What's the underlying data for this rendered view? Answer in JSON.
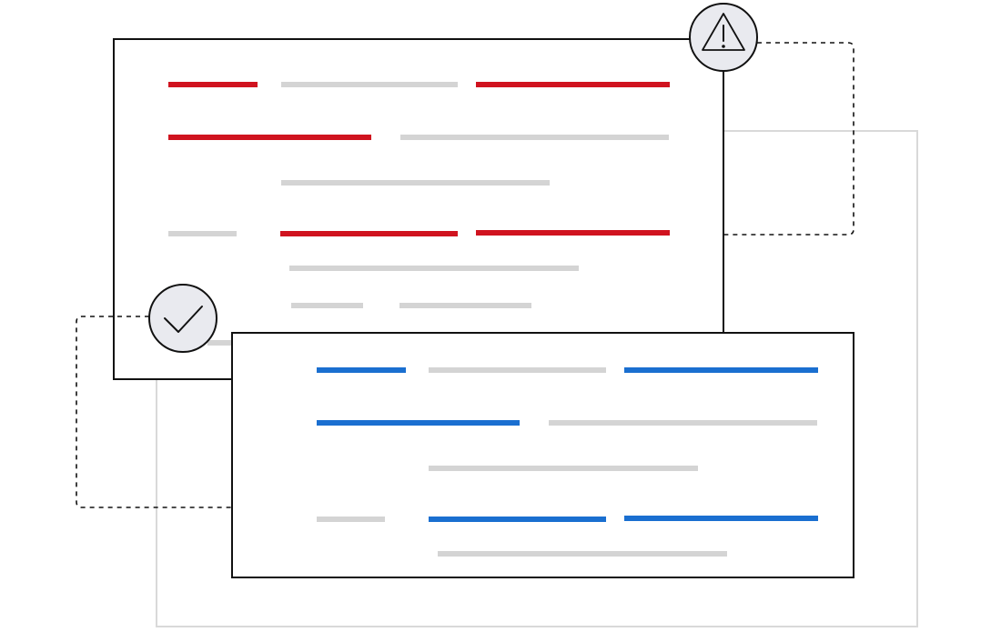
{
  "colors": {
    "background": "#ffffff",
    "outline": "#111111",
    "placeholder_line": "#d4d4d4",
    "back_card_outline": "#d9d9d9",
    "error_line": "#d0131f",
    "valid_line": "#1a6fd0",
    "badge_fill": "#e9eaef"
  },
  "cards": {
    "error_card": {
      "badge_icon": "warning-triangle-icon",
      "line_color_key": "error_line"
    },
    "valid_card": {
      "badge_icon": "checkmark-icon",
      "line_color_key": "valid_line"
    },
    "back_card": {
      "line_color_key": "back_card_outline"
    }
  }
}
